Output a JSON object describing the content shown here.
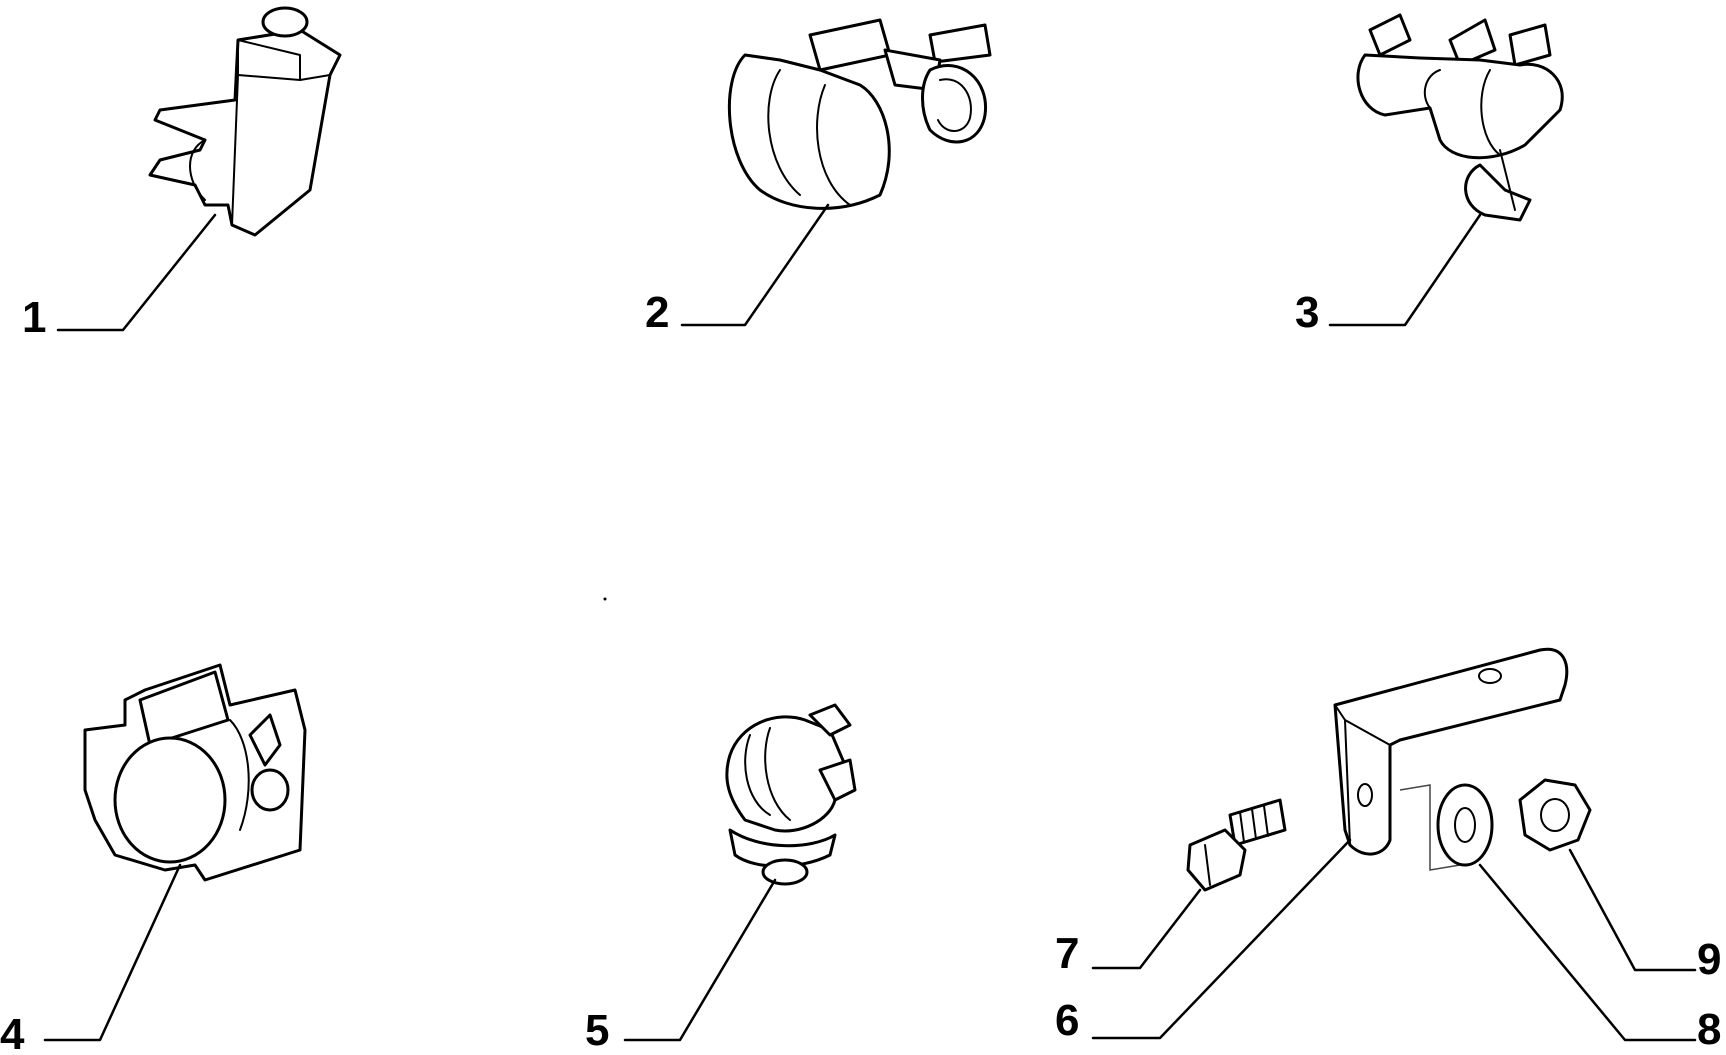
{
  "diagram": {
    "callouts": [
      {
        "id": "1",
        "label": "1"
      },
      {
        "id": "2",
        "label": "2"
      },
      {
        "id": "3",
        "label": "3"
      },
      {
        "id": "4",
        "label": "4"
      },
      {
        "id": "5",
        "label": "5"
      },
      {
        "id": "6",
        "label": "6"
      },
      {
        "id": "7",
        "label": "7"
      },
      {
        "id": "8",
        "label": "8"
      },
      {
        "id": "9",
        "label": "9"
      }
    ]
  },
  "colors": {
    "ink": "#000000",
    "paper": "#ffffff"
  }
}
